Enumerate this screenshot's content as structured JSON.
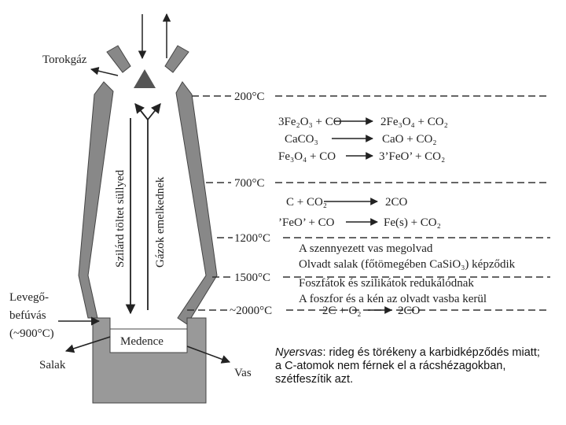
{
  "labels": {
    "torokgaz": "Torokgáz",
    "levego1": "Levegő-",
    "levego2": "befúvás",
    "levego3": "(~900°C)",
    "salak": "Salak",
    "vas": "Vas",
    "medence": "Medence",
    "szilard": "Szilárd töltet süllyed",
    "gazok": "Gázok emelkednek"
  },
  "temps": {
    "t200": "200°C",
    "t700": "700°C",
    "t1200": "1200°C",
    "t1500": "1500°C",
    "t2000": "~2000°C"
  },
  "reactions": {
    "r1_left": "3Fe₂O₃ + CO",
    "r1_right": "2Fe₃O₄ + CO₂",
    "r2_left": "CaCO₃",
    "r2_right": "CaO + CO₂",
    "r3_left": "Fe₃O₄ + CO",
    "r3_right": "3’FeO’ + CO₂",
    "r4_left": "C + CO₂",
    "r4_right": "2CO",
    "r5_left": "’FeO’ + CO",
    "r5_right": "Fe(s) + CO₂",
    "r6_left": "2C + O₂",
    "r6_right": "2CO"
  },
  "zones": {
    "z1a": "A szennyezett vas megolvad",
    "z1b": "Olvadt salak (főtömegében CaSiO₃) képződik",
    "z2a": "Foszfátok és szilikátok redukálódnak",
    "z2b": "A foszfor és a kén az olvadt vasba kerül"
  },
  "note": {
    "term": "Nyersvas",
    "text": ": rideg és törékeny a karbidképződés miatt; a C-atomok nem férnek el a rácshézagokban, szétfeszítik azt."
  }
}
